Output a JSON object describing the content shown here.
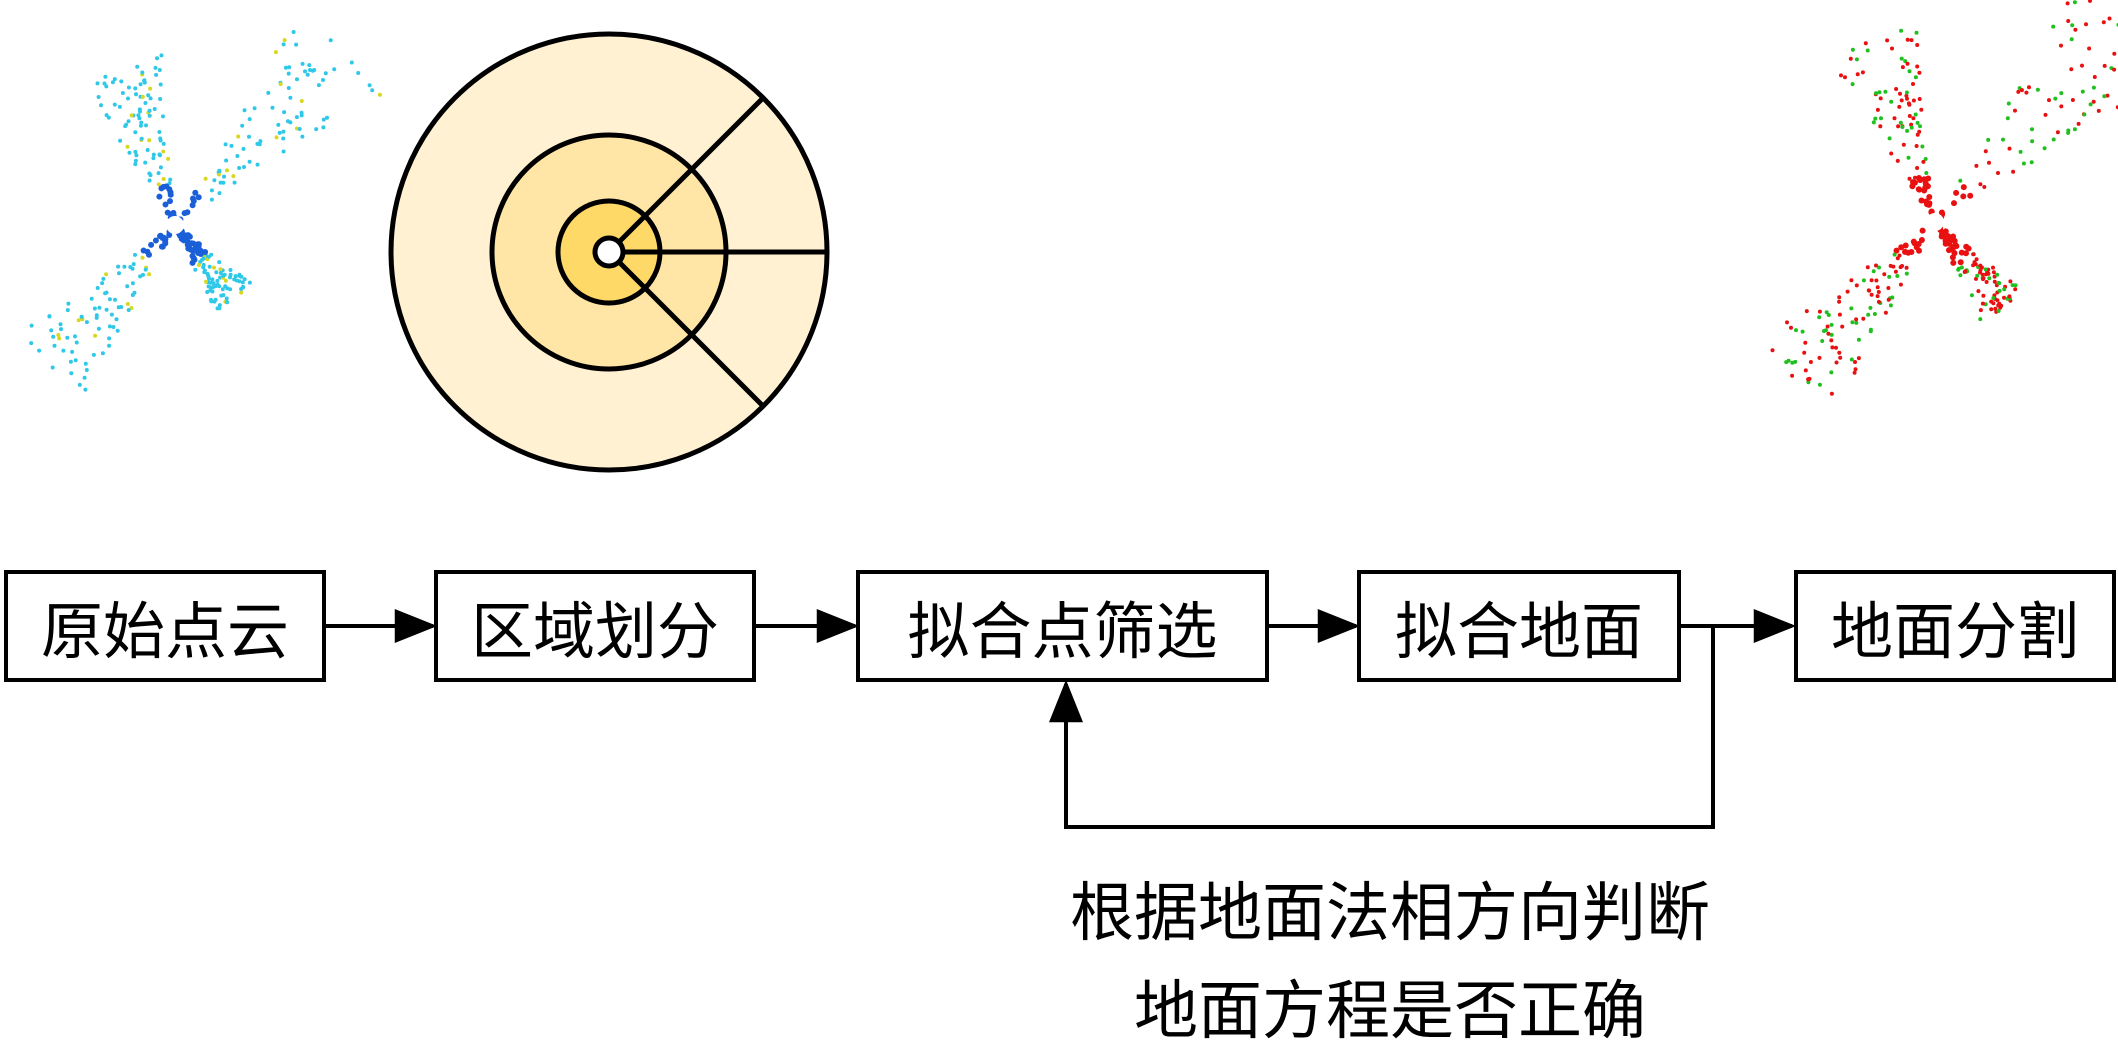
{
  "steps": [
    {
      "label": "原始点云"
    },
    {
      "label": "区域划分"
    },
    {
      "label": "拟合点筛选"
    },
    {
      "label": "拟合地面"
    },
    {
      "label": "地面分割"
    }
  ],
  "feedback_note": {
    "line1": "根据地面法相方向判断",
    "line2": "地面方程是否正确"
  },
  "colors": {
    "ring_outer": "#fff1d2",
    "ring_middle": "#ffe6a6",
    "ring_inner": "#ffd967",
    "raw_cloud_main": "#2fc8e8",
    "raw_cloud_center": "#1a5fd8",
    "raw_cloud_accent": "#d8d820",
    "seg_ground": "#e81010",
    "seg_obstacle": "#20c020"
  }
}
